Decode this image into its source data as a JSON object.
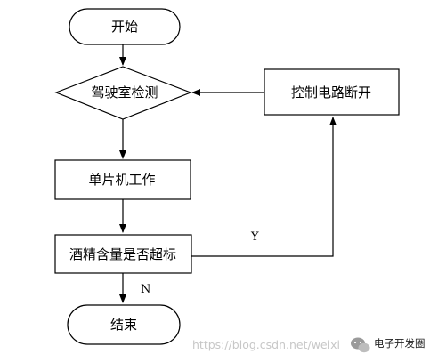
{
  "diagram": {
    "nodes": {
      "start": "开始",
      "cab_detect": "驾驶室检测",
      "circuit_off": "控制电路断开",
      "mcu_work": "单片机工作",
      "alcohol_check": "酒精含量是否超标",
      "end": "结束"
    },
    "edge_labels": {
      "yes": "Y",
      "no": "N"
    }
  },
  "watermark": {
    "url": "https://blog.csdn.net/weixi",
    "account": "电子开发圈"
  },
  "colors": {
    "stroke": "#000000",
    "fill": "#ffffff",
    "watermark": "#c7c7c7"
  }
}
